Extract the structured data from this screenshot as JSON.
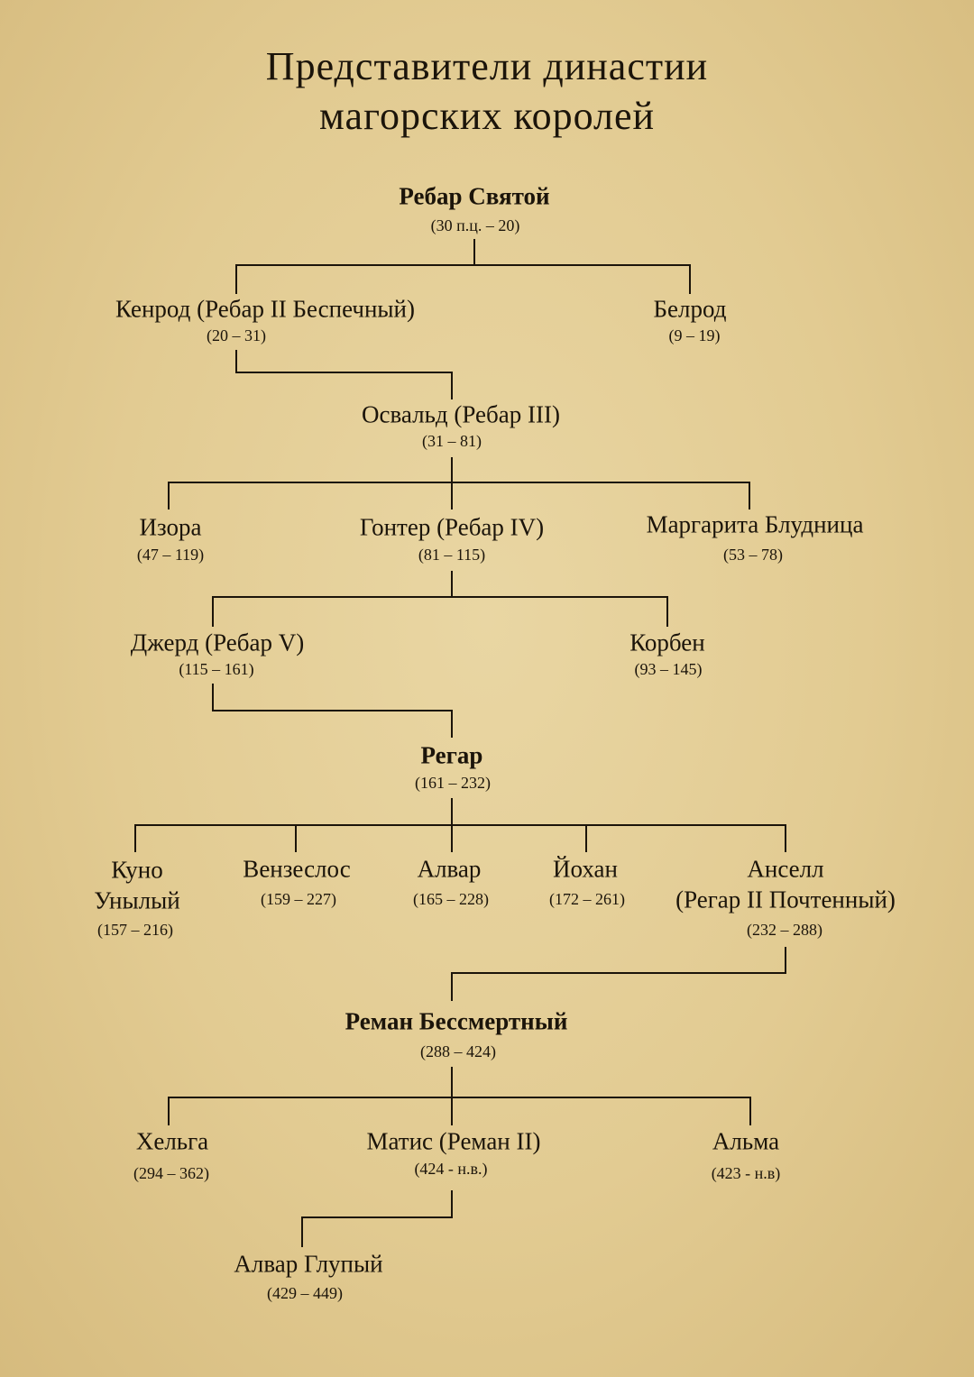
{
  "title": {
    "line1": "Представители династии",
    "line2": "магорских королей"
  },
  "nodes": {
    "rebar": {
      "name": "Ребар Святой",
      "dates": "(30 п.ц. – 20)"
    },
    "kenrod": {
      "name": "Кенрод (Ребар II Беспечный)",
      "dates": "(20 – 31)"
    },
    "belrod": {
      "name": "Белрод",
      "dates": "(9 – 19)"
    },
    "osvald": {
      "name": "Освальд (Ребар III)",
      "dates": "(31 – 81)"
    },
    "izora": {
      "name": "Изора",
      "dates": "(47 – 119)"
    },
    "gonter": {
      "name": "Гонтер (Ребар IV)",
      "dates": "(81 – 115)"
    },
    "margarita": {
      "name": "Маргарита Блудница",
      "dates": "(53 – 78)"
    },
    "djerd": {
      "name": "Джерд (Ребар V)",
      "dates": "(115 – 161)"
    },
    "korben": {
      "name": "Корбен",
      "dates": "(93 – 145)"
    },
    "regar": {
      "name": "Регар",
      "dates": "(161 – 232)"
    },
    "kuno": {
      "name1": "Куно",
      "name2": "Унылый",
      "dates": "(157 – 216)"
    },
    "venzeslos": {
      "name": "Вензеслос",
      "dates": "(159 – 227)"
    },
    "alvar": {
      "name": "Алвар",
      "dates": "(165 – 228)"
    },
    "iohan": {
      "name": "Йохан",
      "dates": "(172 – 261)"
    },
    "ansell": {
      "name1": "Анселл",
      "name2": "(Регар II Почтенный)",
      "dates": "(232 – 288)"
    },
    "reman": {
      "name": "Реман Бессмертный",
      "dates": "(288 – 424)"
    },
    "helga": {
      "name": "Хельга",
      "dates": "(294 – 362)"
    },
    "matis": {
      "name": "Матис (Реман II)",
      "dates": "(424 - н.в.)"
    },
    "alma": {
      "name": "Альма",
      "dates": "(423 - н.в)"
    },
    "alvar_glupiy": {
      "name": "Алвар Глупый",
      "dates": "(429 – 449)"
    }
  }
}
